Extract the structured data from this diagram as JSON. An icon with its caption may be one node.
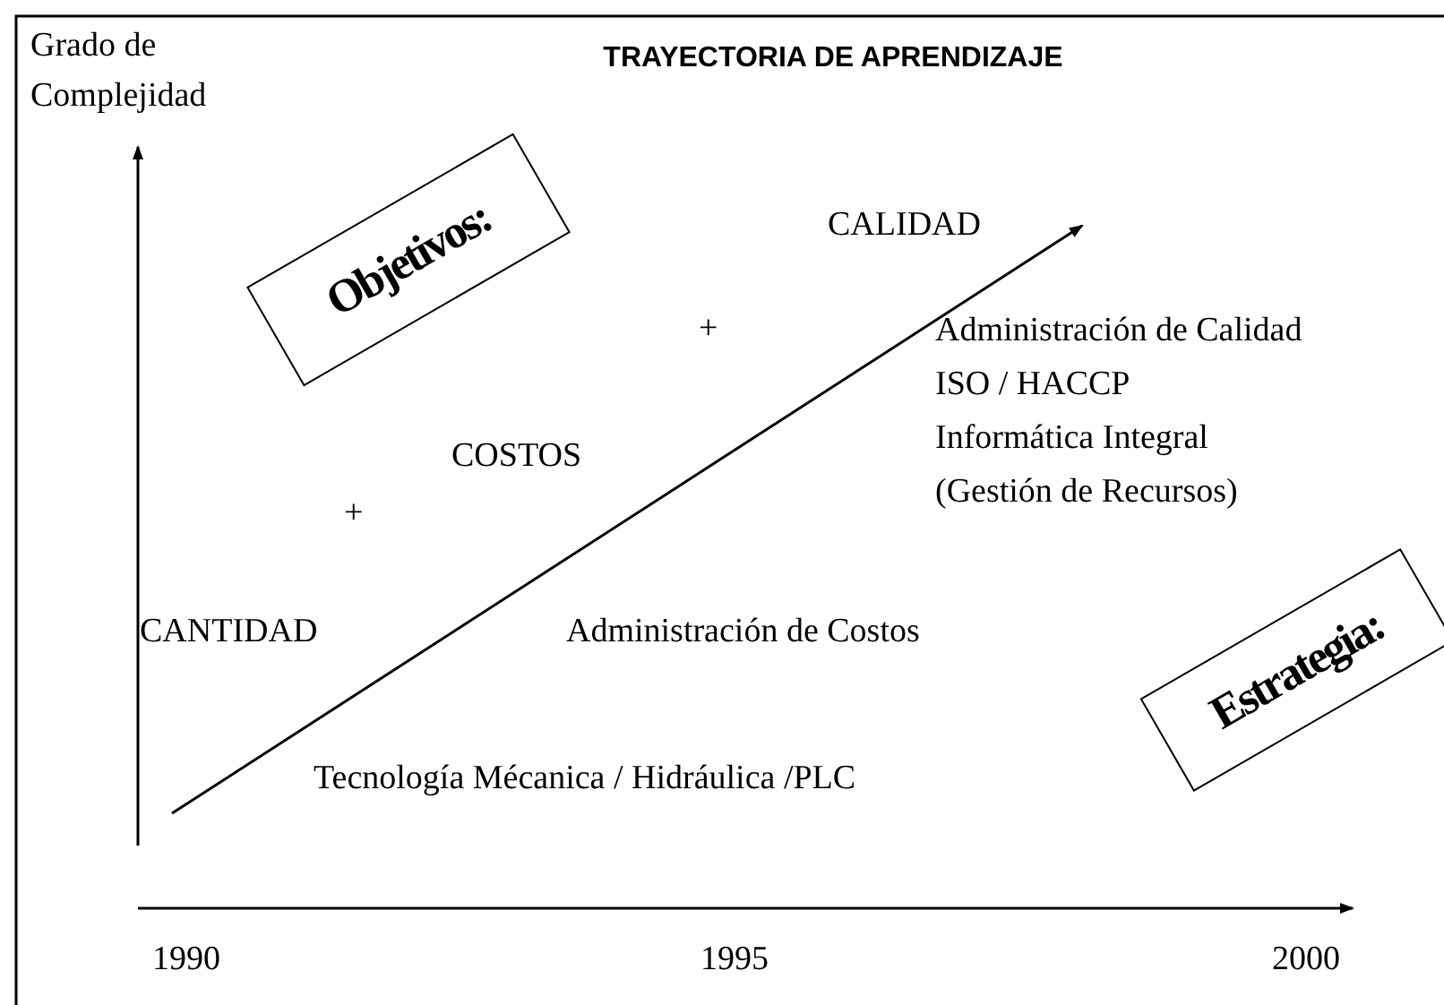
{
  "diagram": {
    "title": "TRAYECTORIA DE APRENDIZAJE",
    "nodes": [
      {
        "text": [
          "Objetivos:"
        ]
      },
      {
        "text": [
          "Estrategia:"
        ]
      }
    ],
    "labels": [
      "Grado de Complejidad",
      "CALIDAD",
      "+",
      "Administración de Calidad",
      "ISO / HACCP",
      "Informática Integral",
      "(Gestión de Recursos)",
      "COSTOS",
      "+",
      "CANTIDAD",
      "Administración de Costos",
      "Tecnología Mécanica / Hidráulica /PLC",
      "1990",
      "1995",
      "2000"
    ]
  }
}
